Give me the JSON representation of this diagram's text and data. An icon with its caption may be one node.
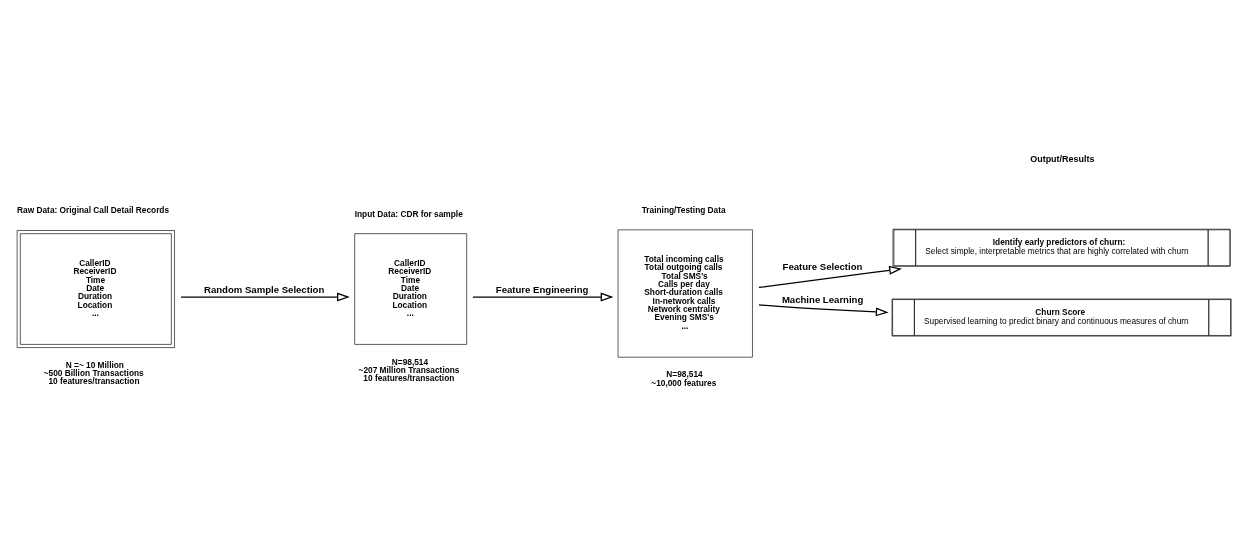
{
  "diagram": {
    "nodes": [
      {
        "text": [
          "Raw Data: Original Call Detail Records",
          "CallerID",
          "ReceiverID",
          "Time",
          "Date",
          "Duration",
          "Location",
          "..."
        ],
        "beside": [
          "N =~ 10 Million",
          "~500 Billion Transactions",
          "10 features/transaction"
        ]
      },
      {
        "text": [
          "Input Data: CDR for sample",
          "CallerID",
          "ReceiverID",
          "Time",
          "Date",
          "Duration",
          "Location",
          "..."
        ],
        "beside": [
          "N=98,514",
          "~207 Million Transactions",
          "10 features/transaction"
        ]
      },
      {
        "text": [
          "Training/Testing Data",
          "Total incoming calls",
          "Total outgoing calls",
          "Total SMS's",
          "Calls per day",
          "Short-duration calls",
          "In-network calls",
          "Network centrality",
          "Evening SMS's",
          "..."
        ],
        "beside": [
          "N=98,514",
          "~10,000 features"
        ]
      },
      {
        "text": [
          "Identify early predictors of churn:",
          "Select simple, interpretable metrics that are highly correlated with churn"
        ]
      },
      {
        "text": [
          "Churn Score",
          "Supervised learning to predict binary and continuous measures of churn"
        ]
      }
    ],
    "edges": [
      {
        "from": 0,
        "to": 1,
        "arrow": "to",
        "label": "Random Sample Selection"
      },
      {
        "from": 1,
        "to": 2,
        "arrow": "to",
        "label": "Feature Engineering"
      },
      {
        "from": 2,
        "to": 3,
        "arrow": "to",
        "label": "Feature Selection"
      },
      {
        "from": 2,
        "to": 4,
        "arrow": "to",
        "label": "Machine Learning"
      }
    ],
    "labels": [
      "Output/Results"
    ]
  }
}
